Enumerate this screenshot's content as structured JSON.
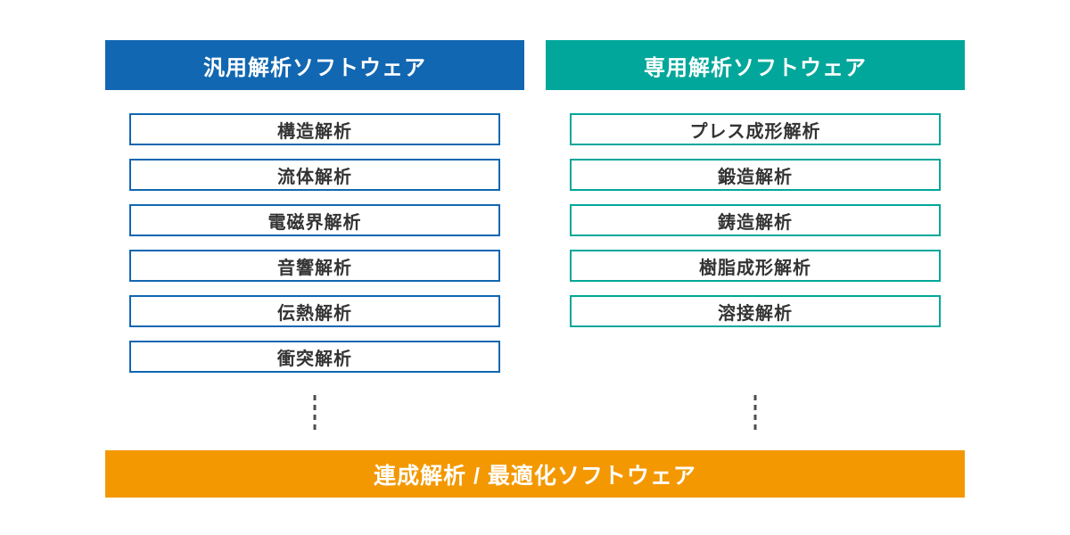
{
  "colors": {
    "general_header": "#1167b1",
    "dedicated_header": "#00a79a",
    "bottom_bar": "#f39800",
    "connector_dash": "#4d4d4d",
    "item_text": "#333333"
  },
  "columns": {
    "general": {
      "title": "汎用解析ソフトウェア",
      "items": [
        "構造解析",
        "流体解析",
        "電磁界解析",
        "音響解析",
        "伝熱解析",
        "衝突解析"
      ]
    },
    "dedicated": {
      "title": "専用解析ソフトウェア",
      "items": [
        "プレス成形解析",
        "鍛造解析",
        "鋳造解析",
        "樹脂成形解析",
        "溶接解析"
      ]
    }
  },
  "bottom_bar": {
    "label": "連成解析 / 最適化ソフトウェア"
  }
}
